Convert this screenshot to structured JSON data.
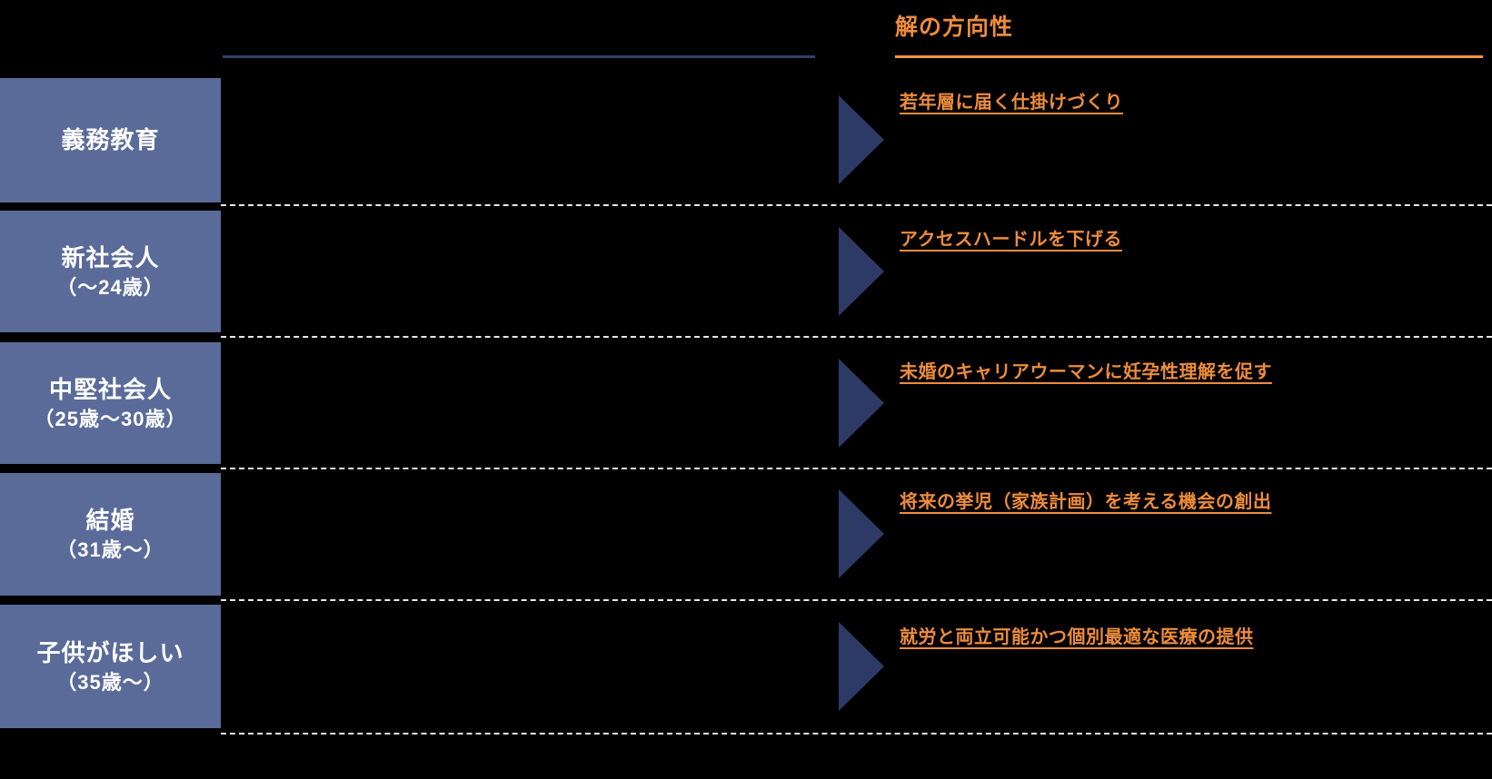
{
  "header": {
    "title": "解の方向性"
  },
  "colors": {
    "background": "#000000",
    "stage_box_blue": "#5a6b99",
    "arrow_navy": "#2e3a66",
    "navy_rule": "#31406f",
    "accent_orange": "#ed8c3c",
    "orange_rule": "#f0954a",
    "divider_white": "#e8e8e8",
    "stage_text_white": "#ffffff"
  },
  "rows": [
    {
      "stage": "義務教育",
      "stage_sub": "",
      "solution": "若年層に届く仕掛けづくり"
    },
    {
      "stage": "新社会人",
      "stage_sub": "（～24歳）",
      "solution": "アクセスハードルを下げる"
    },
    {
      "stage": "中堅社会人",
      "stage_sub": "（25歳～30歳）",
      "solution": "未婚のキャリアウーマンに妊孕性理解を促す"
    },
    {
      "stage": "結婚",
      "stage_sub": "（31歳～）",
      "solution": "将来の挙児（家族計画）を考える機会の創出"
    },
    {
      "stage": "子供がほしい",
      "stage_sub": "（35歳～）",
      "solution": "就労と両立可能かつ個別最適な医療の提供"
    }
  ]
}
